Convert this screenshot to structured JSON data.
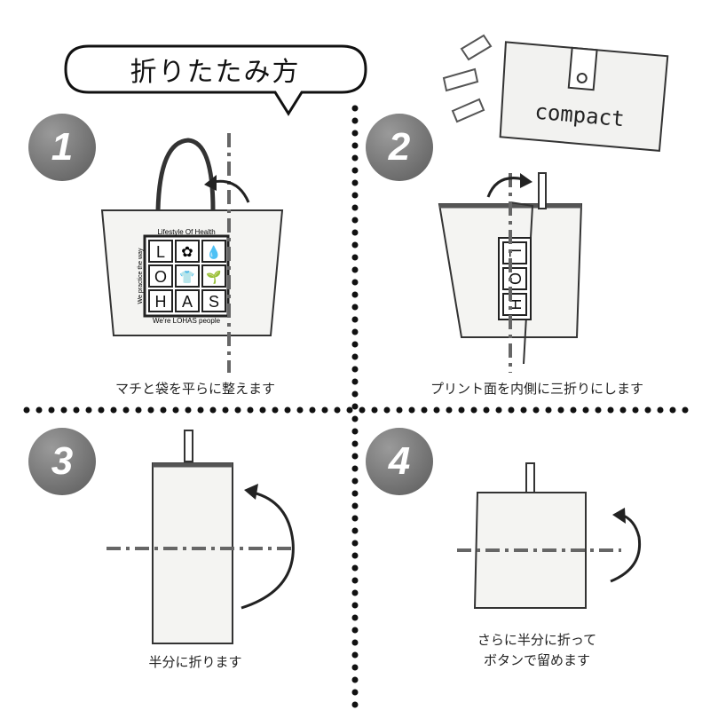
{
  "title": "折りたたみ方",
  "steps": [
    {
      "number": "1",
      "caption": "マチと袋を平らに整えます"
    },
    {
      "number": "2",
      "caption": "プリント面を内側に三折りにします"
    },
    {
      "number": "3",
      "caption": "半分に折ります"
    },
    {
      "number": "4",
      "caption_line1": "さらに半分に折って",
      "caption_line2": "ボタンで留めます"
    }
  ],
  "logo": {
    "letters": [
      "L",
      "O",
      "H",
      "A",
      "S"
    ],
    "top_text": "Lifestyle Of Health",
    "left_text": "We practice the way",
    "bottom_text": "We're LOHAS people"
  },
  "pouch_label": "compact",
  "colors": {
    "dots": "#111111",
    "dash": "#666666",
    "circle": "#6e6e6e"
  }
}
